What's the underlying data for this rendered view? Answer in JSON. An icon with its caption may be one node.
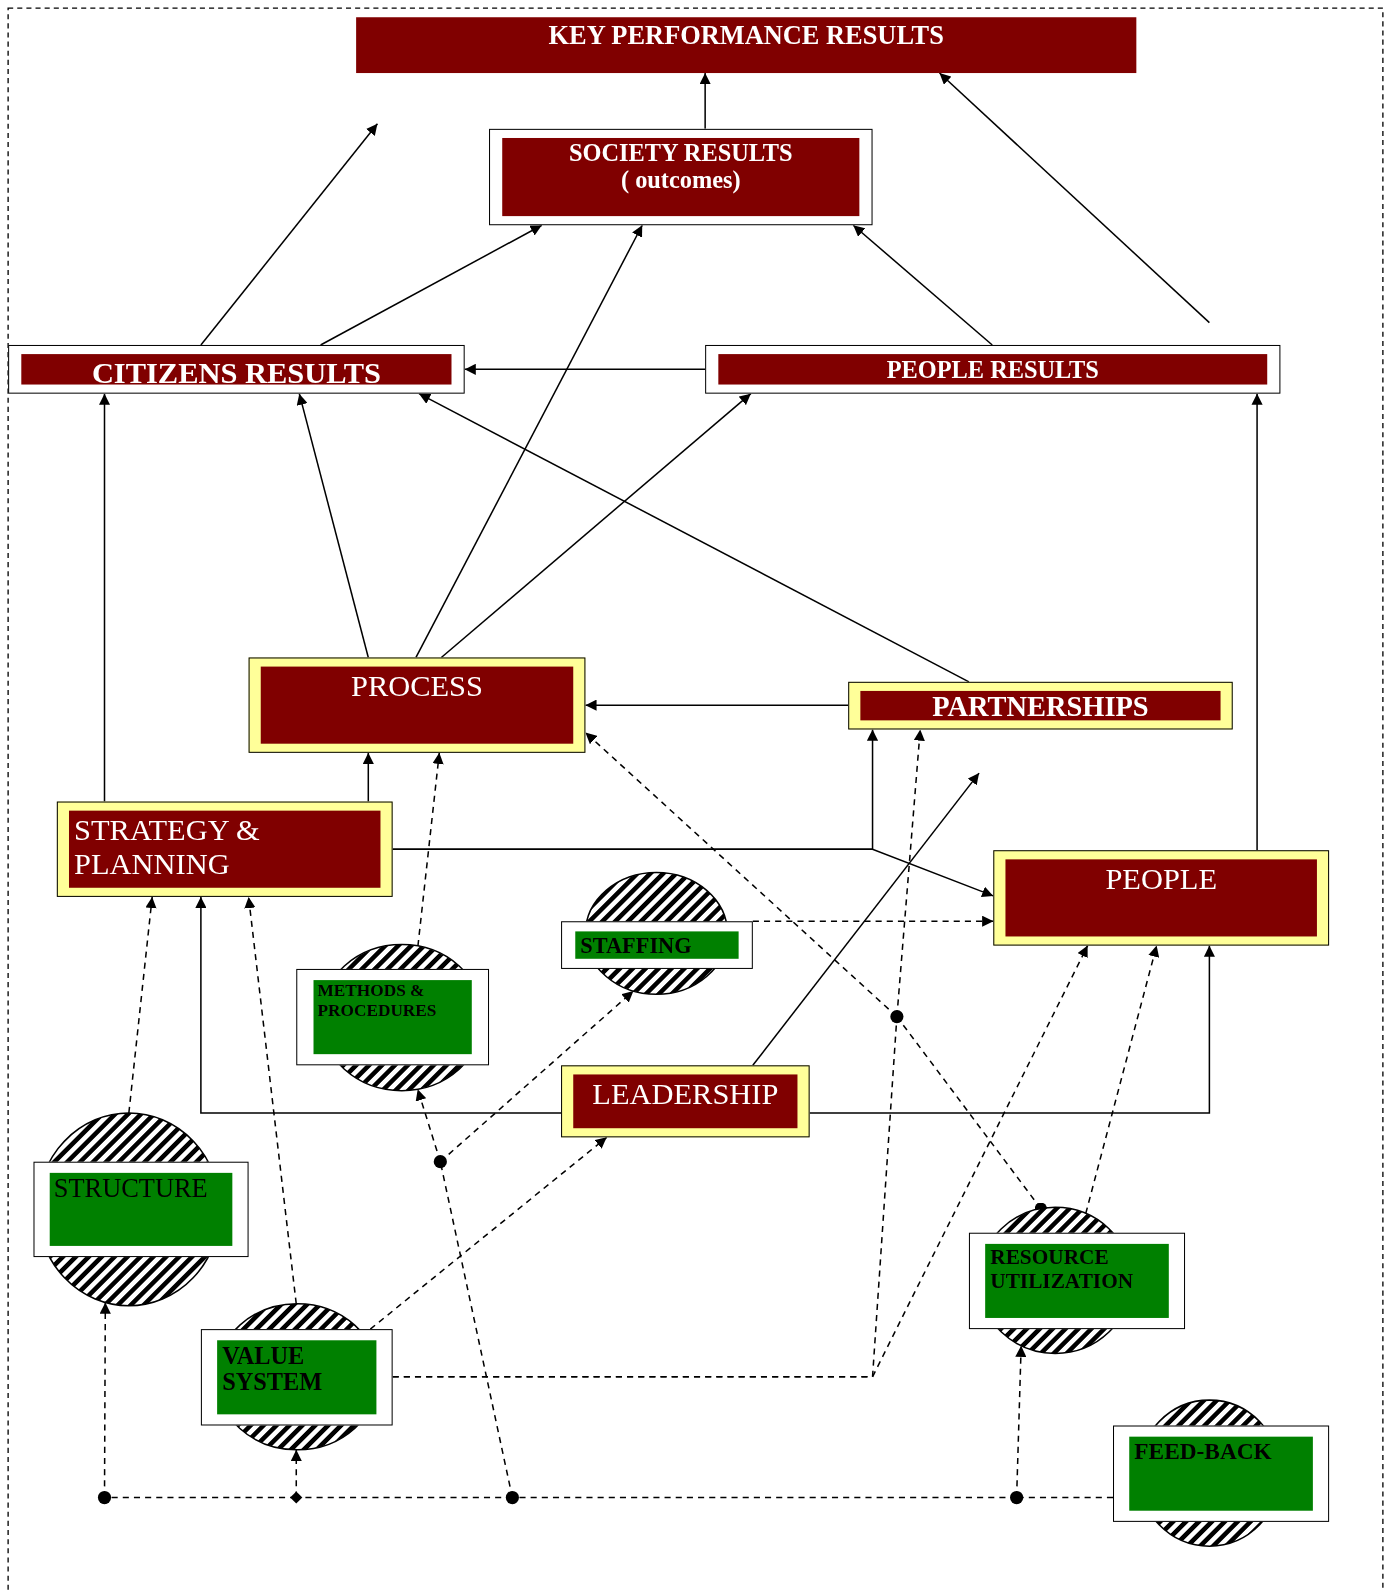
{
  "diagram": {
    "nodes": [
      {
        "text": [
          "KEY PERFORMANCE RESULTS"
        ]
      },
      {
        "text": [
          "SOCIETY RESULTS",
          "( outcomes)"
        ]
      },
      {
        "text": [
          "CITIZENS RESULTS"
        ]
      },
      {
        "text": [
          "PEOPLE RESULTS"
        ]
      },
      {
        "text": [
          "PROCESS"
        ]
      },
      {
        "text": [
          "PARTNERSHIPS"
        ]
      },
      {
        "text": [
          "STRATEGY & PLANNING"
        ]
      },
      {
        "text": [
          "PEOPLE"
        ]
      },
      {
        "text": [
          "STAFFING"
        ]
      },
      {
        "text": [
          "METHODS & PROCEDURES"
        ]
      },
      {
        "text": [
          "LEADERSHIP"
        ]
      },
      {
        "text": [
          "STRUCTURE"
        ]
      },
      {
        "text": [
          "VALUE SYSTEM"
        ]
      },
      {
        "text": [
          "RESOURCE UTILIZATION"
        ]
      },
      {
        "text": [
          "FEED-BACK"
        ]
      },
      {
        "text": [],
        "shape": "circle"
      },
      {
        "text": [],
        "shape": "circle"
      },
      {
        "text": [],
        "shape": "circle"
      },
      {
        "text": [],
        "shape": "diamond"
      },
      {
        "text": [],
        "shape": "circle"
      },
      {
        "text": [],
        "shape": "circle"
      }
    ],
    "edges": [
      {
        "from": 1,
        "to": 0,
        "arrow": "to"
      },
      {
        "from": 2,
        "to": null,
        "arrow": "to"
      },
      {
        "from": 2,
        "to": 1,
        "arrow": "to"
      },
      {
        "from": 3,
        "to": 1,
        "arrow": "to"
      },
      {
        "from": null,
        "to": 0,
        "arrow": "to"
      },
      {
        "from": 3,
        "to": 2,
        "arrow": "to"
      },
      {
        "from": 4,
        "to": 2,
        "arrow": "to"
      },
      {
        "from": 4,
        "to": 1,
        "arrow": "to"
      },
      {
        "from": 4,
        "to": 3,
        "arrow": "to"
      },
      {
        "from": 5,
        "to": 2,
        "arrow": "to"
      },
      {
        "from": 5,
        "to": 4,
        "arrow": "to"
      },
      {
        "from": 6,
        "to": 2,
        "arrow": "to"
      },
      {
        "from": 6,
        "to": 4,
        "arrow": "to"
      },
      {
        "from": 6,
        "to": 5,
        "arrow": "to"
      },
      {
        "from": 6,
        "to": 7,
        "arrow": "to"
      },
      {
        "from": 7,
        "to": 3,
        "arrow": "to"
      },
      {
        "from": 10,
        "to": null,
        "arrow": "to"
      },
      {
        "from": 10,
        "to": 6,
        "arrow": "to"
      },
      {
        "from": 10,
        "to": 7,
        "arrow": "to"
      },
      {
        "from": 11,
        "to": 6,
        "arrow": "to",
        "style": "dashed"
      },
      {
        "from": 12,
        "to": 6,
        "arrow": "to",
        "style": "dashed"
      },
      {
        "from": 12,
        "to": 10,
        "arrow": "to",
        "style": "dashed"
      },
      {
        "from": 12,
        "to": 15,
        "arrow": "none",
        "style": "dashed"
      },
      {
        "from": 15,
        "to": 5,
        "arrow": "to",
        "style": "dashed"
      },
      {
        "from": 12,
        "to": 7,
        "arrow": "to",
        "style": "dashed"
      },
      {
        "from": 9,
        "to": 4,
        "arrow": "to",
        "style": "dashed"
      },
      {
        "from": 8,
        "to": 7,
        "arrow": "to",
        "style": "dashed"
      },
      {
        "from": 13,
        "to": 15,
        "arrow": "other",
        "style": "dashed"
      },
      {
        "from": 15,
        "to": 4,
        "arrow": "to",
        "style": "dashed"
      },
      {
        "from": 13,
        "to": 7,
        "arrow": "to",
        "style": "dashed"
      },
      {
        "from": 14,
        "to": 20,
        "arrow": "none",
        "style": "dashed"
      },
      {
        "from": 20,
        "to": 19,
        "arrow": "none",
        "style": "dashed"
      },
      {
        "from": 19,
        "to": 18,
        "arrow": "none",
        "style": "dashed"
      },
      {
        "from": 18,
        "to": 17,
        "arrow": "none",
        "style": "dashed"
      },
      {
        "from": 20,
        "to": 13,
        "arrow": "to",
        "style": "dashed"
      },
      {
        "from": 19,
        "to": 16,
        "arrow": "none",
        "style": "dashed"
      },
      {
        "from": 16,
        "to": 9,
        "arrow": "to",
        "style": "dashed"
      },
      {
        "from": 16,
        "to": 8,
        "arrow": "to",
        "style": "dashed"
      },
      {
        "from": 18,
        "to": 12,
        "arrow": "to",
        "style": "dashed"
      },
      {
        "from": 17,
        "to": 11,
        "arrow": "to",
        "style": "dashed"
      }
    ]
  }
}
